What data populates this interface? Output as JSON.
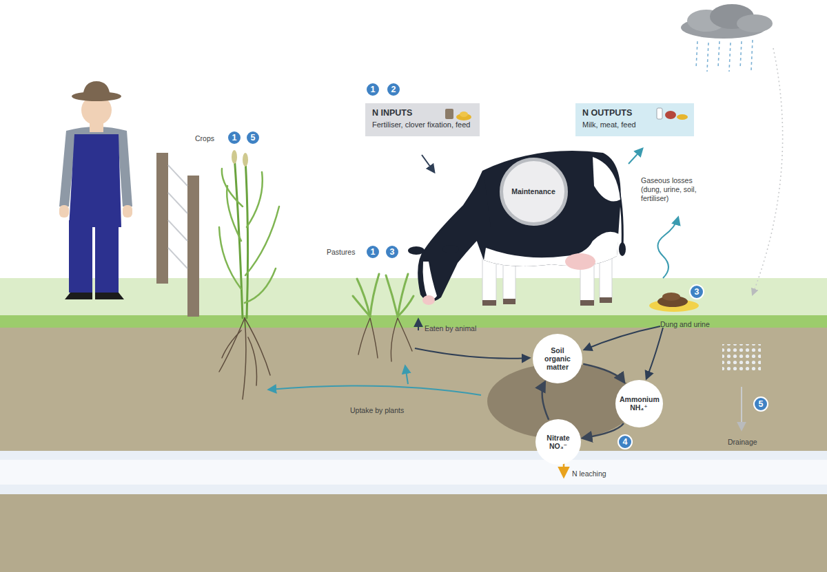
{
  "diagram": {
    "nodes": [
      {
        "text": [
          "N INPUTS",
          "Fertiliser, clover fixation, feed"
        ]
      },
      {
        "text": [
          "N OUTPUTS",
          "Milk, meat, feed"
        ]
      },
      {
        "text": [
          "Maintenance"
        ]
      },
      {
        "text": [
          "Soil organic matter"
        ]
      },
      {
        "text": [
          "Ammonium",
          "NH₄⁺"
        ]
      },
      {
        "text": [
          "Nitrate",
          "NO₃⁻"
        ]
      }
    ],
    "edges": [
      {
        "from": 3,
        "to": 4,
        "arrow": "to"
      },
      {
        "from": 4,
        "to": 5,
        "arrow": "to"
      },
      {
        "from": 5,
        "to": 3,
        "arrow": "to"
      }
    ],
    "labels": [
      "Crops",
      "1",
      "5",
      "1",
      "2",
      "Pastures",
      "1",
      "3",
      "Eaten by animal",
      "Gaseous losses (dung, urine, soil, fertiliser)",
      "Dung and urine",
      "3",
      "Uptake by plants",
      "4",
      "5",
      "Drainage",
      "N leaching"
    ]
  }
}
